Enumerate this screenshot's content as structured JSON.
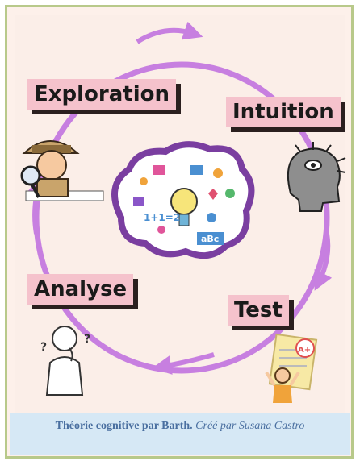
{
  "stages": {
    "exploration": "Exploration",
    "intuition": "Intuition",
    "test": "Test",
    "analyse": "Analyse"
  },
  "brain_texts": {
    "math": "1+1=2",
    "abc": "aBc"
  },
  "test_grade": "A+",
  "caption": {
    "main": "Théorie cognitive par Barth.",
    "credit": "Créé par Susana Castro"
  },
  "colors": {
    "cycle": "#c77fe0",
    "label_bg": "#f5c2cc",
    "label_shadow": "#2b1f1f",
    "caption_bg": "#d6e8f5",
    "caption_text": "#4a6fa0",
    "frame": "#b8c98a"
  }
}
